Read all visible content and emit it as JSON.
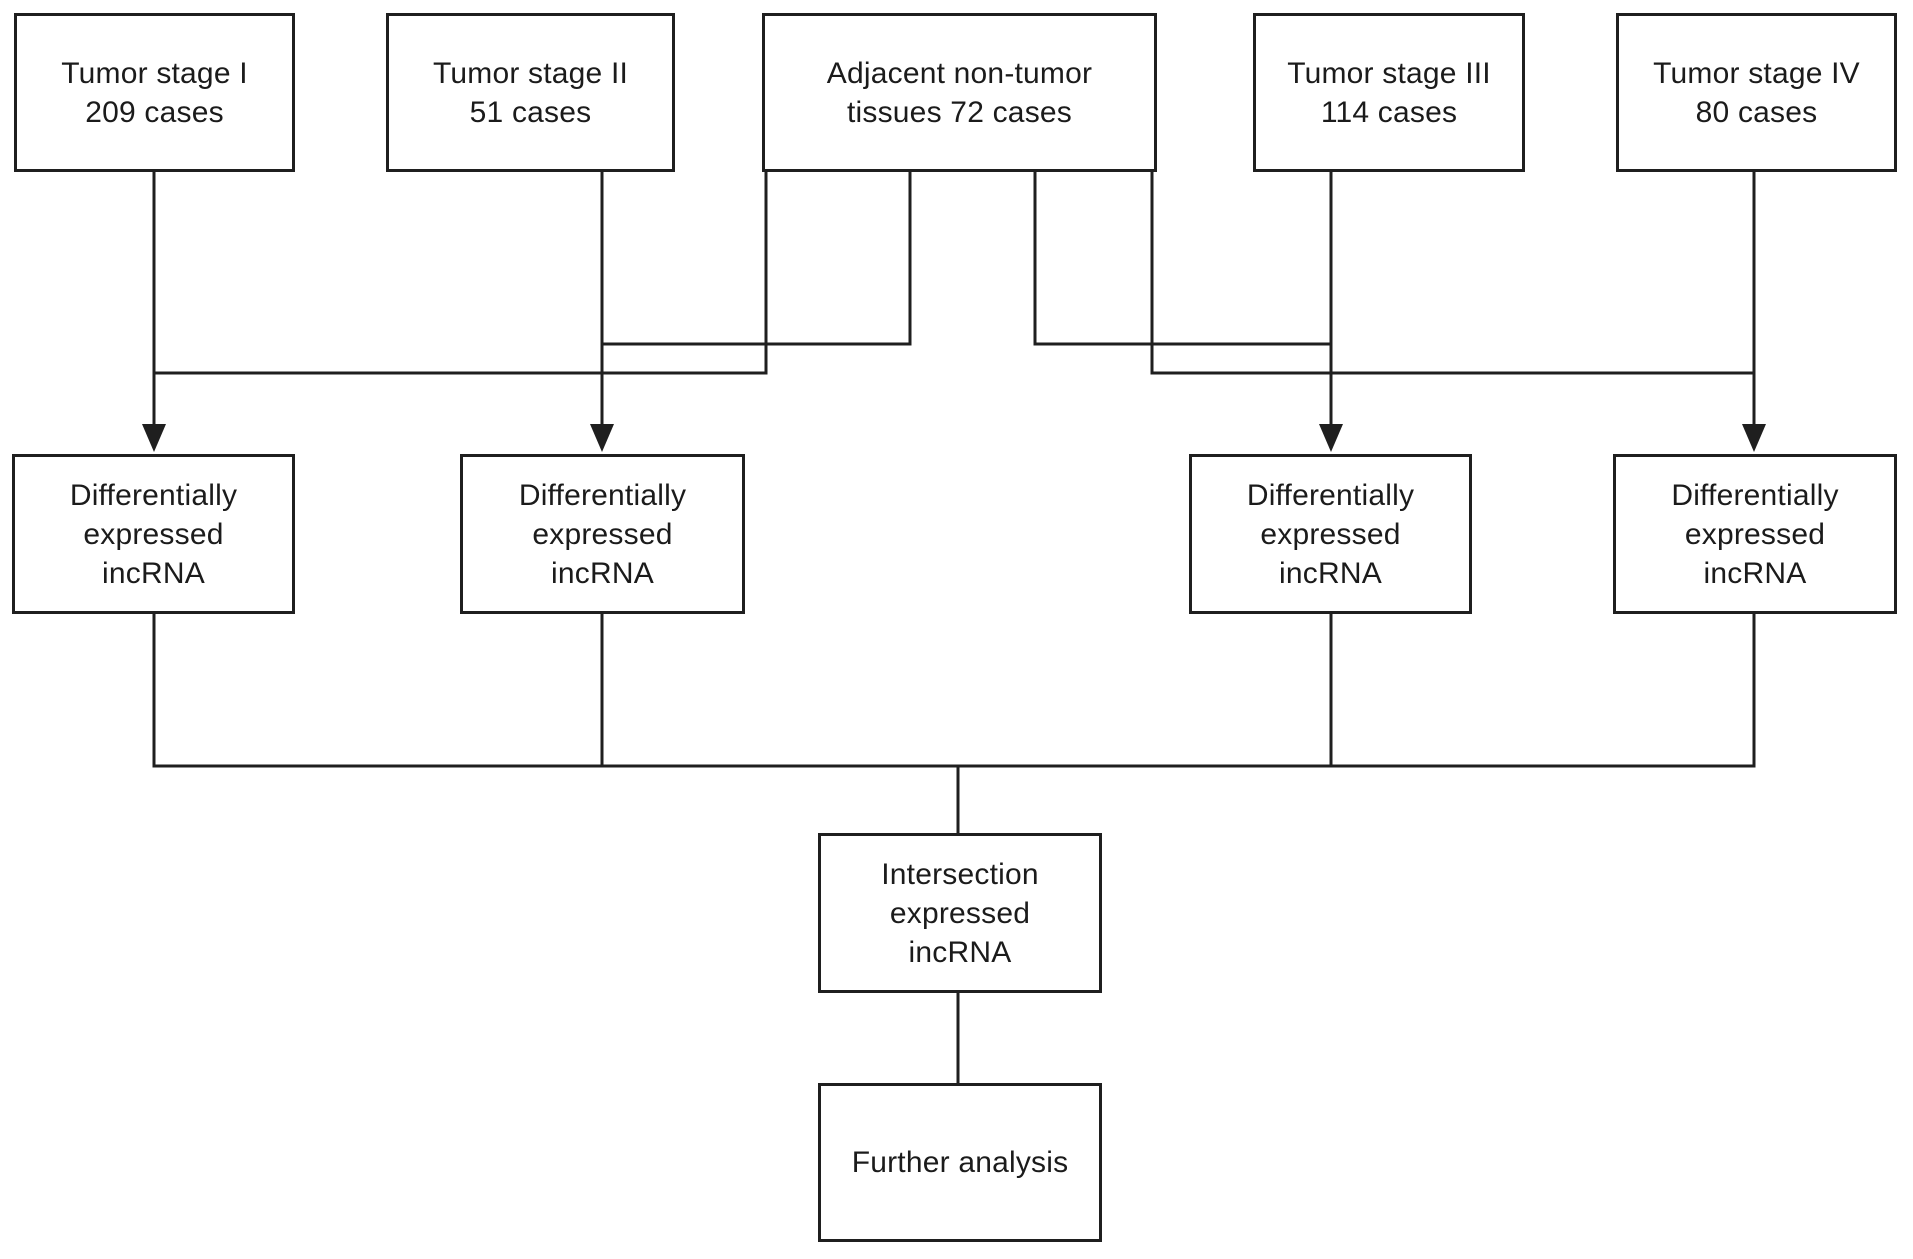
{
  "figure": {
    "background_color": "#ffffff",
    "line_color": "#1f1f1f",
    "text_color": "#1b1b1b"
  },
  "nodes": {
    "stage1": {
      "label": "Tumor stage I\n209 cases"
    },
    "stage2": {
      "label": "Tumor stage II\n51 cases"
    },
    "adjacent": {
      "label": "Adjacent non-tumor\ntissues 72 cases"
    },
    "stage3": {
      "label": "Tumor stage III\n114 cases"
    },
    "stage4": {
      "label": "Tumor stage IV\n80 cases"
    },
    "diff1": {
      "label": "Differentially\nexpressed\nincRNA"
    },
    "diff2": {
      "label": "Differentially\nexpressed\nincRNA"
    },
    "diff3": {
      "label": "Differentially\nexpressed\nincRNA"
    },
    "diff4": {
      "label": "Differentially\nexpressed\nincRNA"
    },
    "intersection": {
      "label": "Intersection\nexpressed\nincRNA"
    },
    "further": {
      "label": "Further analysis"
    }
  }
}
